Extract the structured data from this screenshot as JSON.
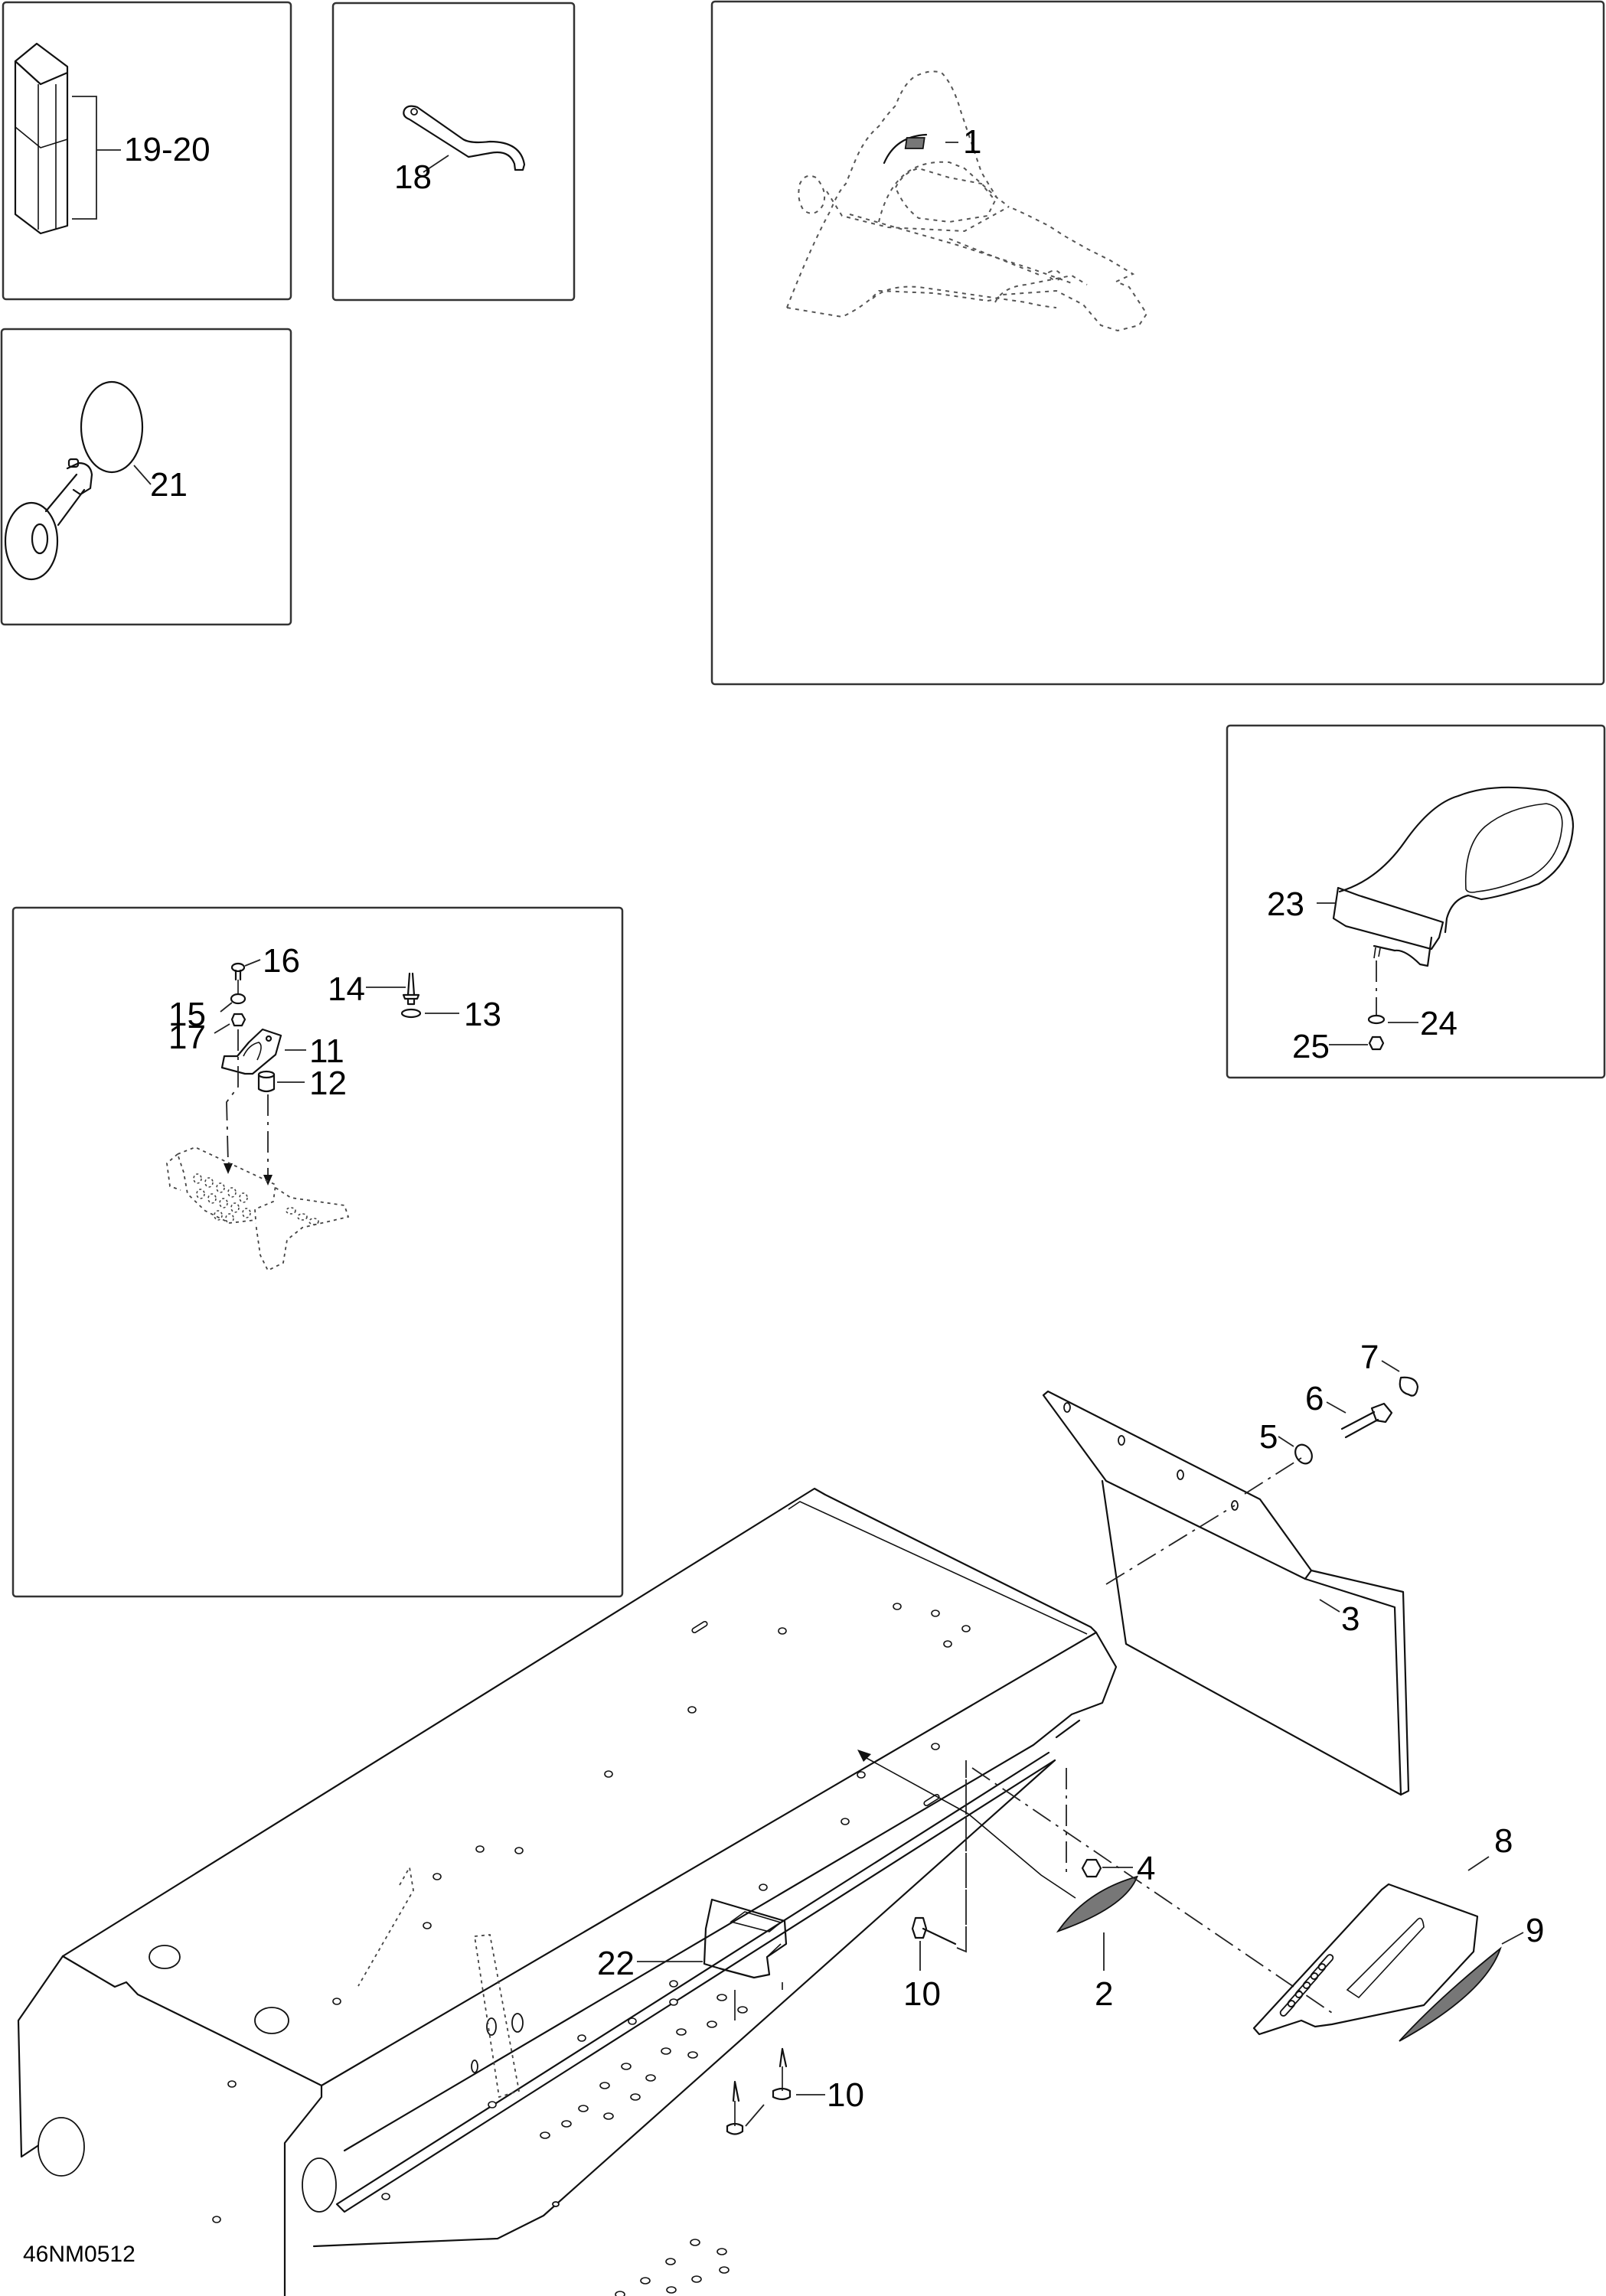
{
  "diagram": {
    "title": "Exploded parts diagram - snowmobile body accessories",
    "drawing_code": "46NM0512",
    "colors": {
      "line": "#111111",
      "frame": "#333333",
      "hatch": "#777777",
      "background": "#ffffff"
    },
    "callouts": {
      "c1": "1",
      "c2": "2",
      "c3": "3",
      "c4": "4",
      "c5": "5",
      "c6": "6",
      "c7": "7",
      "c8": "8",
      "c9": "9",
      "c10a": "10",
      "c10b": "10",
      "c11": "11",
      "c12": "12",
      "c13": "13",
      "c14": "14",
      "c15": "15",
      "c16": "16",
      "c17": "17",
      "c18": "18",
      "c1920": "19-20",
      "c21": "21",
      "c22": "22",
      "c23": "23",
      "c24": "24",
      "c25": "25"
    },
    "panels": [
      {
        "id": "panel-grip-covers",
        "items": [
          "19-20"
        ]
      },
      {
        "id": "panel-spanner-wrench",
        "items": [
          "18"
        ]
      },
      {
        "id": "panel-windshield-decal",
        "items": [
          "1"
        ]
      },
      {
        "id": "panel-horn",
        "items": [
          "21"
        ]
      },
      {
        "id": "panel-mirror",
        "items": [
          "23",
          "24",
          "25"
        ]
      },
      {
        "id": "panel-footrest-kit",
        "items": [
          "11",
          "12",
          "13",
          "14",
          "15",
          "16",
          "17"
        ]
      }
    ]
  }
}
